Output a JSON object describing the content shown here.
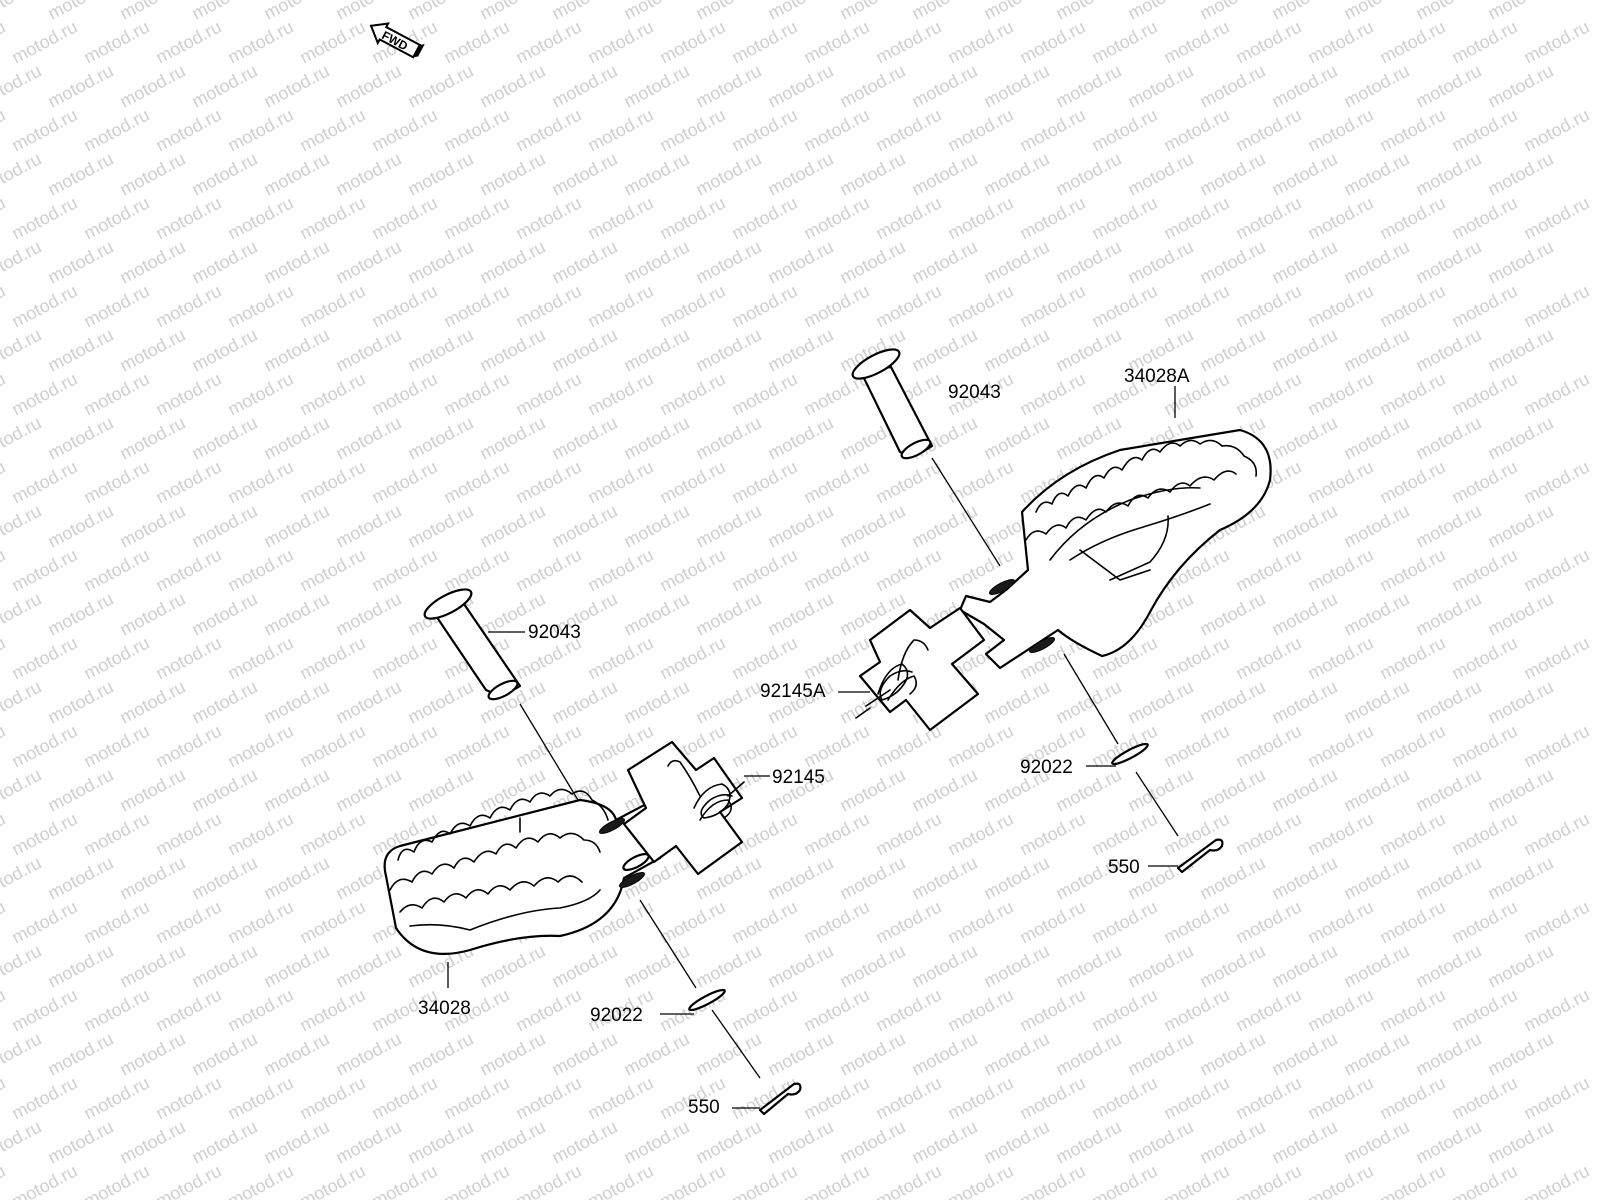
{
  "watermark": {
    "text": "motod.ru"
  },
  "direction_marker": {
    "text": "FWD"
  },
  "parts": [
    {
      "number": "92043",
      "id": "pin-right"
    },
    {
      "number": "34028A",
      "id": "footpeg-right"
    },
    {
      "number": "92145A",
      "id": "spring-right"
    },
    {
      "number": "92022",
      "id": "washer-right"
    },
    {
      "number": "550",
      "id": "cotter-pin-right"
    },
    {
      "number": "92043",
      "id": "pin-left"
    },
    {
      "number": "92145",
      "id": "spring-left"
    },
    {
      "number": "34028",
      "id": "footpeg-left"
    },
    {
      "number": "92022",
      "id": "washer-left"
    },
    {
      "number": "550",
      "id": "cotter-pin-left"
    }
  ]
}
